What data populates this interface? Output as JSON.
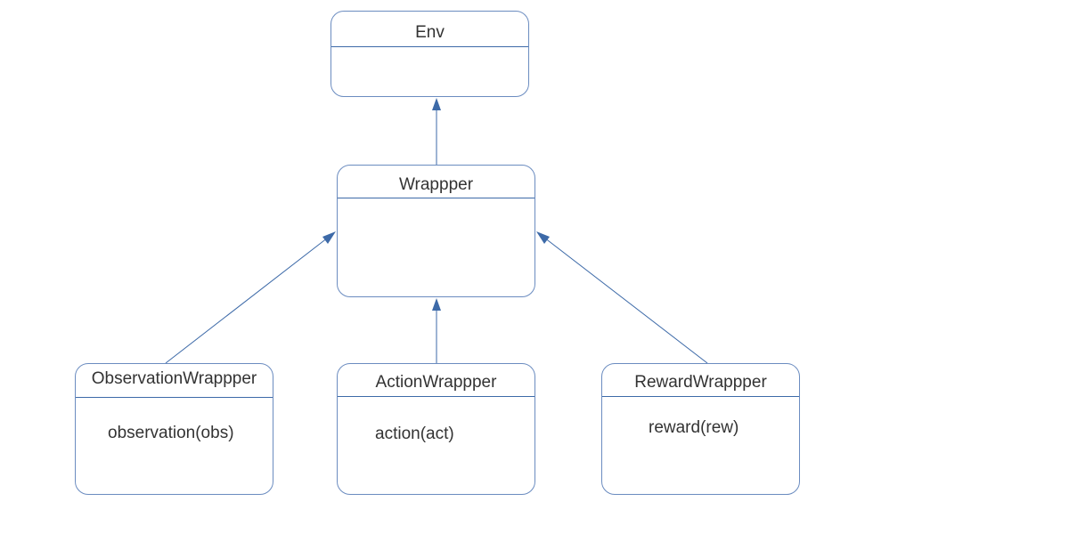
{
  "colors": {
    "border": "#6b8cc0",
    "divider": "#3d6aa8",
    "arrow": "#3d6aa8",
    "text": "#333333",
    "background": "#ffffff"
  },
  "classes": {
    "env": {
      "name": "Env"
    },
    "wrapper": {
      "name": "Wrappper"
    },
    "observation_wrapper": {
      "name": "ObservationWrappper",
      "method": "observation(obs)"
    },
    "action_wrapper": {
      "name": "ActionWrappper",
      "method": "action(act)"
    },
    "reward_wrapper": {
      "name": "RewardWrappper",
      "method": "reward(rew)"
    }
  },
  "relations": [
    {
      "from": "wrapper",
      "to": "env",
      "type": "inheritance"
    },
    {
      "from": "observation_wrapper",
      "to": "wrapper",
      "type": "inheritance"
    },
    {
      "from": "action_wrapper",
      "to": "wrapper",
      "type": "inheritance"
    },
    {
      "from": "reward_wrapper",
      "to": "wrapper",
      "type": "inheritance"
    }
  ]
}
